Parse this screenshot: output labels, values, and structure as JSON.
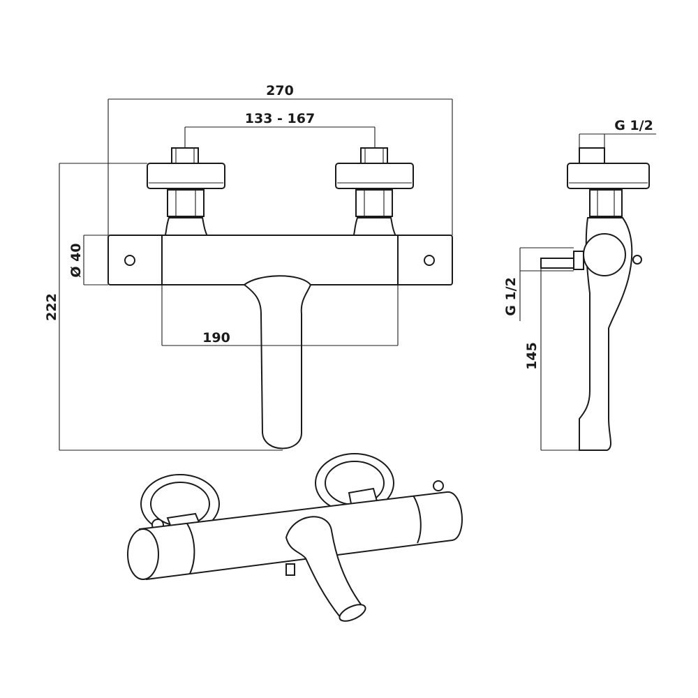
{
  "dimensions": {
    "overall_width": "270",
    "inlet_spacing": "133 - 167",
    "body_diameter": "Ø 40",
    "overall_height": "222",
    "body_length": "190",
    "top_thread": "G 1/2",
    "outlet_thread": "G 1/2",
    "outlet_height": "145"
  }
}
